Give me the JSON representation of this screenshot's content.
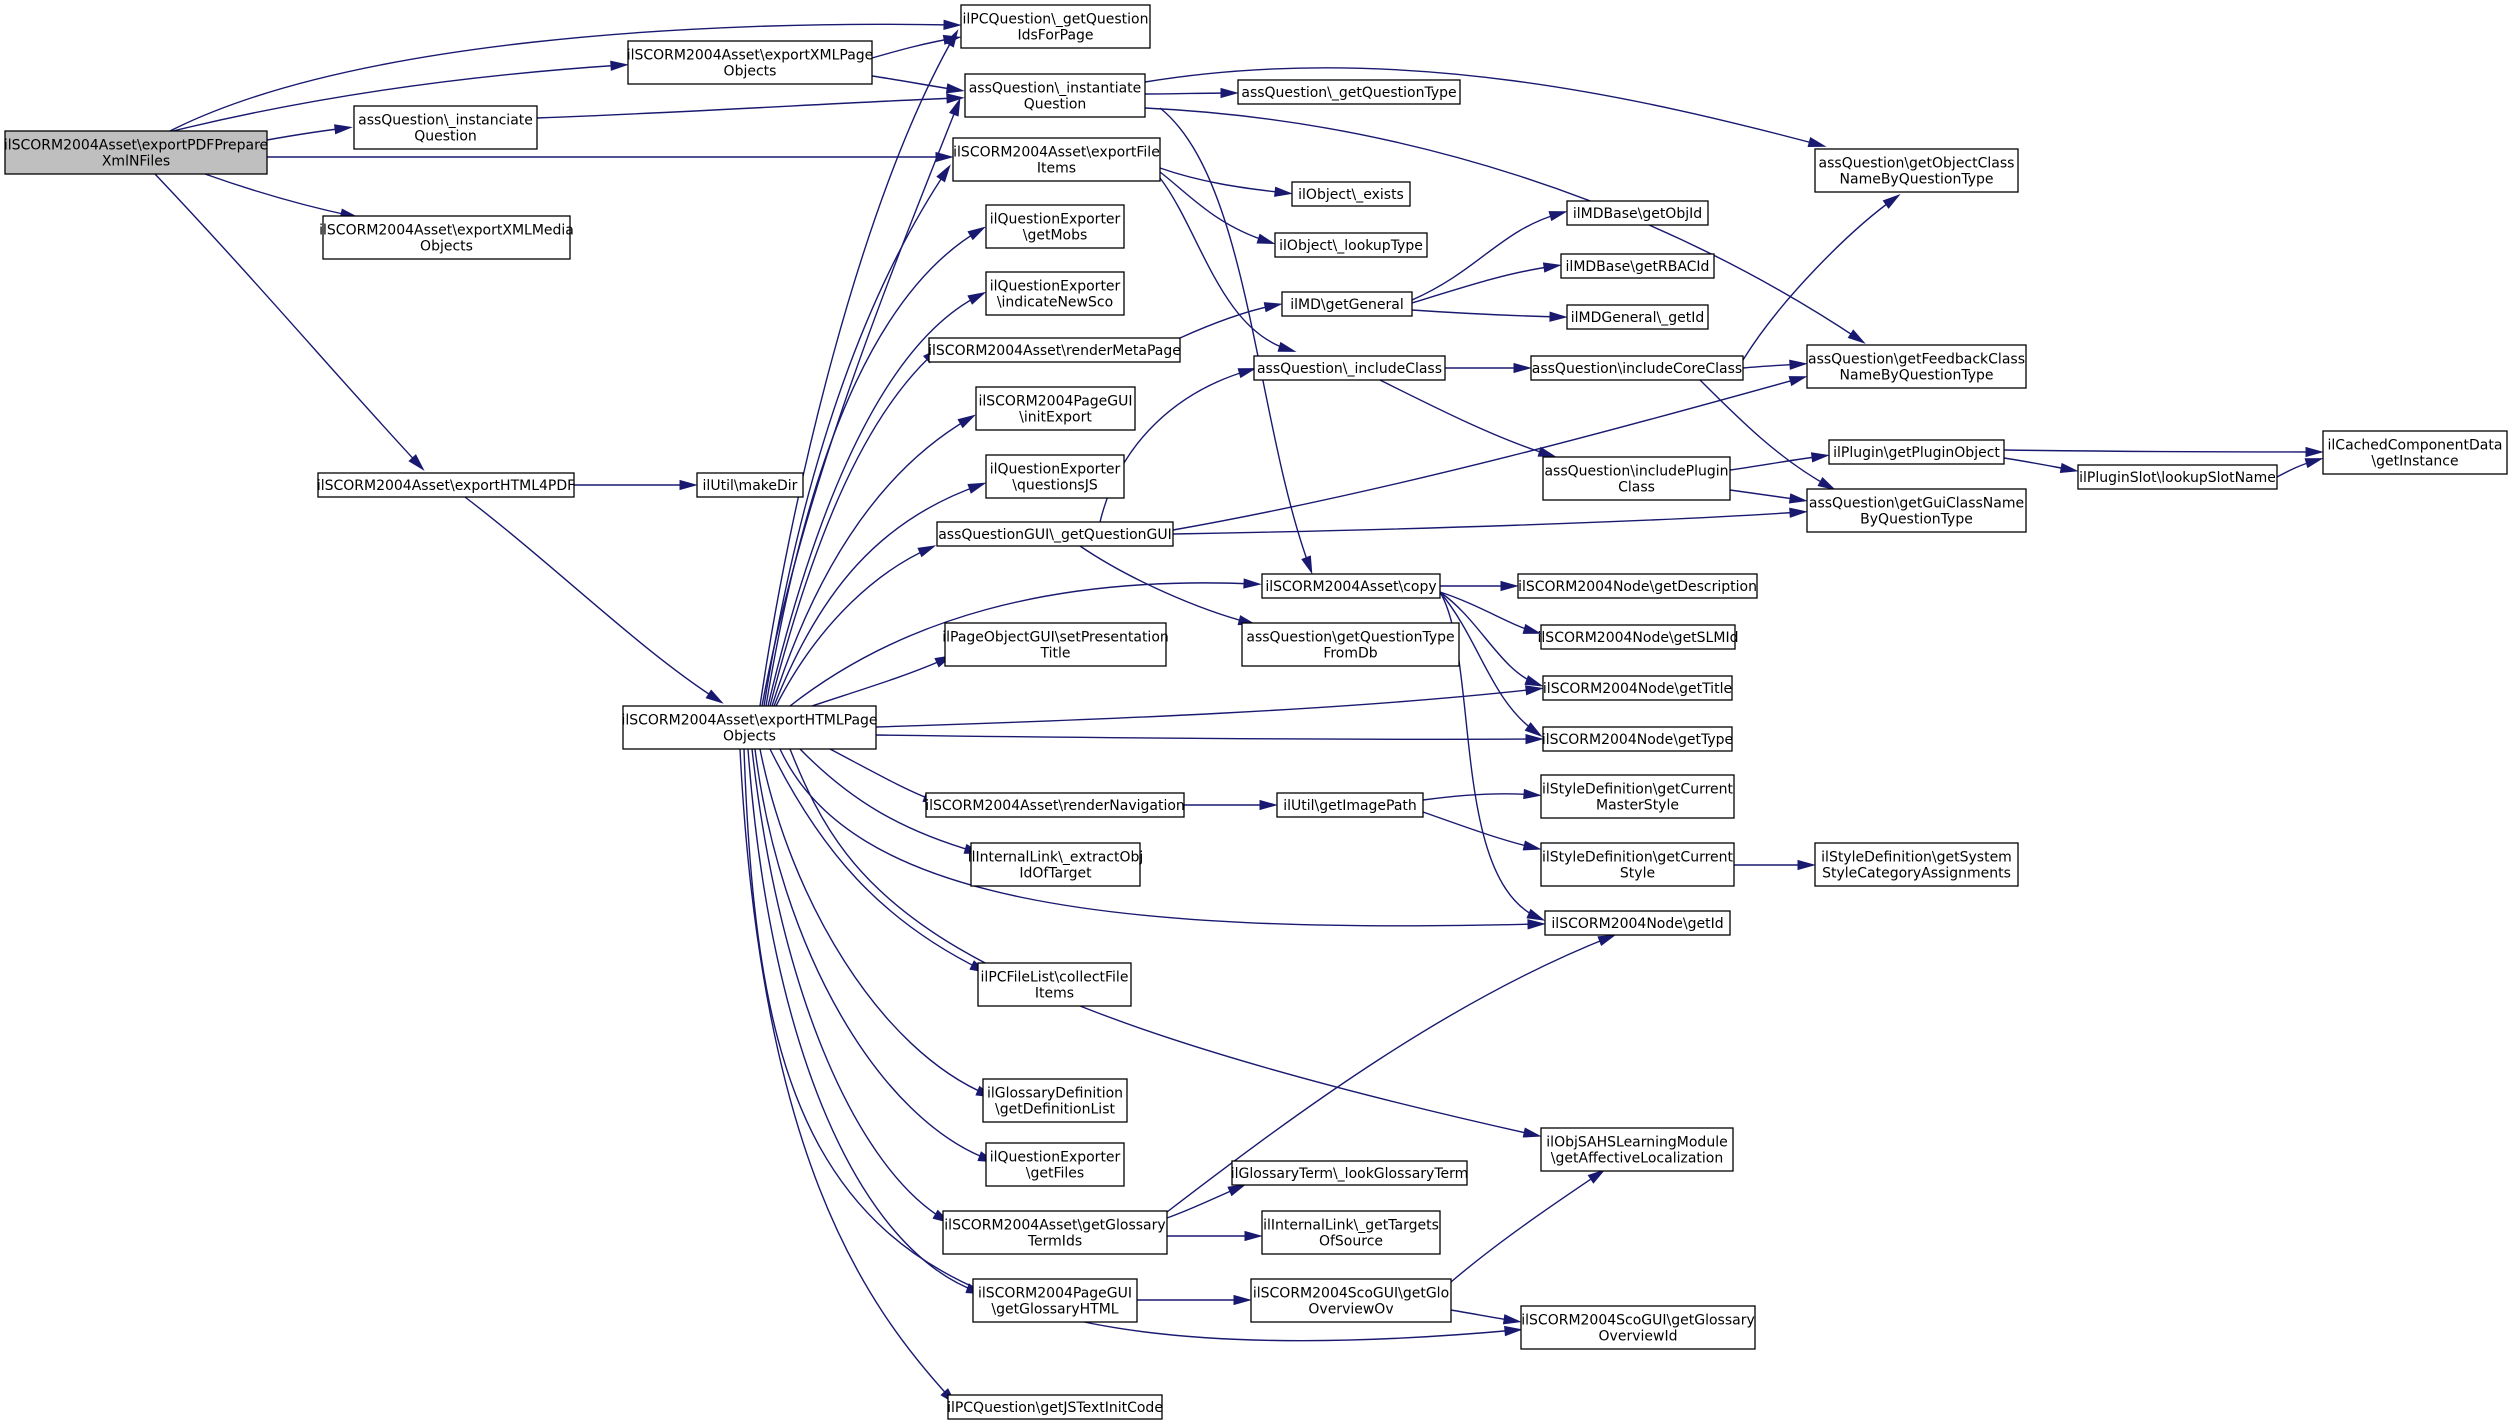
{
  "graph": {
    "nodes": [
      {
        "id": "n0",
        "lines": [
          "ilSCORM2004Asset\\exportPDFPrepare",
          "XmlNFiles"
        ]
      },
      {
        "id": "n1",
        "lines": [
          "ilPCQuestion\\_getQuestion",
          "IdsForPage"
        ]
      },
      {
        "id": "n2",
        "lines": [
          "ilSCORM2004Asset\\exportXMLPage",
          "Objects"
        ]
      },
      {
        "id": "n3",
        "lines": [
          "assQuestion\\_instanciate",
          "Question"
        ]
      },
      {
        "id": "n4",
        "lines": [
          "assQuestion\\_instantiate",
          "Question"
        ]
      },
      {
        "id": "n5",
        "lines": [
          "ilSCORM2004Asset\\exportFile",
          "Items"
        ]
      },
      {
        "id": "n6",
        "lines": [
          "ilSCORM2004Asset\\exportXMLMedia",
          "Objects"
        ]
      },
      {
        "id": "n7",
        "lines": [
          "ilSCORM2004Asset\\exportHTML4PDF"
        ]
      },
      {
        "id": "n8",
        "lines": [
          "ilUtil\\makeDir"
        ]
      },
      {
        "id": "n9",
        "lines": [
          "ilSCORM2004Asset\\exportHTMLPage",
          "Objects"
        ]
      },
      {
        "id": "n10",
        "lines": [
          "assQuestion\\_getQuestionType"
        ]
      },
      {
        "id": "n11",
        "lines": [
          "assQuestion\\getObjectClass",
          "NameByQuestionType"
        ]
      },
      {
        "id": "n12",
        "lines": [
          "assQuestion\\getFeedbackClass",
          "NameByQuestionType"
        ]
      },
      {
        "id": "n13",
        "lines": [
          "ilObject\\_exists"
        ]
      },
      {
        "id": "n14",
        "lines": [
          "ilObject\\_lookupType"
        ]
      },
      {
        "id": "n15",
        "lines": [
          "assQuestion\\_includeClass"
        ]
      },
      {
        "id": "n16",
        "lines": [
          "ilSCORM2004Asset\\copy"
        ]
      },
      {
        "id": "n17",
        "lines": [
          "ilQuestionExporter",
          "\\getMobs"
        ]
      },
      {
        "id": "n18",
        "lines": [
          "ilQuestionExporter",
          "\\indicateNewSco"
        ]
      },
      {
        "id": "n19",
        "lines": [
          "ilSCORM2004Asset\\renderMetaPage"
        ]
      },
      {
        "id": "n20",
        "lines": [
          "ilSCORM2004PageGUI",
          "\\initExport"
        ]
      },
      {
        "id": "n21",
        "lines": [
          "ilQuestionExporter",
          "\\questionsJS"
        ]
      },
      {
        "id": "n22",
        "lines": [
          "assQuestionGUI\\_getQuestionGUI"
        ]
      },
      {
        "id": "n23",
        "lines": [
          "ilPageObjectGUI\\setPresentation",
          "Title"
        ]
      },
      {
        "id": "n24",
        "lines": [
          "ilSCORM2004Asset\\renderNavigation"
        ]
      },
      {
        "id": "n25",
        "lines": [
          "ilInternalLink\\_extractObj",
          "IdOfTarget"
        ]
      },
      {
        "id": "n26",
        "lines": [
          "ilPCFileList\\collectFile",
          "Items"
        ]
      },
      {
        "id": "n27",
        "lines": [
          "ilGlossaryDefinition",
          "\\getDefinitionList"
        ]
      },
      {
        "id": "n28",
        "lines": [
          "ilQuestionExporter",
          "\\getFiles"
        ]
      },
      {
        "id": "n29",
        "lines": [
          "ilSCORM2004Asset\\getGlossary",
          "TermIds"
        ]
      },
      {
        "id": "n30",
        "lines": [
          "ilSCORM2004PageGUI",
          "\\getGlossaryHTML"
        ]
      },
      {
        "id": "n31",
        "lines": [
          "ilPCQuestion\\getJSTextInitCode"
        ]
      },
      {
        "id": "n32",
        "lines": [
          "ilMD\\getGeneral"
        ]
      },
      {
        "id": "n33",
        "lines": [
          "ilMDBase\\getObjId"
        ]
      },
      {
        "id": "n34",
        "lines": [
          "ilMDBase\\getRBACId"
        ]
      },
      {
        "id": "n35",
        "lines": [
          "ilMDGeneral\\_getId"
        ]
      },
      {
        "id": "n36",
        "lines": [
          "assQuestion\\includeCoreClass"
        ]
      },
      {
        "id": "n37",
        "lines": [
          "assQuestion\\includePlugin",
          "Class"
        ]
      },
      {
        "id": "n38",
        "lines": [
          "ilPlugin\\getPluginObject"
        ]
      },
      {
        "id": "n39",
        "lines": [
          "ilPluginSlot\\lookupSlotName"
        ]
      },
      {
        "id": "n40",
        "lines": [
          "ilCachedComponentData",
          "\\getInstance"
        ]
      },
      {
        "id": "n41",
        "lines": [
          "assQuestion\\getGuiClassName",
          "ByQuestionType"
        ]
      },
      {
        "id": "n42",
        "lines": [
          "assQuestion\\getQuestionType",
          "FromDb"
        ]
      },
      {
        "id": "n43",
        "lines": [
          "ilSCORM2004Node\\getDescription"
        ]
      },
      {
        "id": "n44",
        "lines": [
          "ilSCORM2004Node\\getSLMId"
        ]
      },
      {
        "id": "n45",
        "lines": [
          "ilSCORM2004Node\\getTitle"
        ]
      },
      {
        "id": "n46",
        "lines": [
          "ilSCORM2004Node\\getType"
        ]
      },
      {
        "id": "n47",
        "lines": [
          "ilUtil\\getImagePath"
        ]
      },
      {
        "id": "n48",
        "lines": [
          "ilStyleDefinition\\getCurrent",
          "MasterStyle"
        ]
      },
      {
        "id": "n49",
        "lines": [
          "ilStyleDefinition\\getCurrent",
          "Style"
        ]
      },
      {
        "id": "n50",
        "lines": [
          "ilStyleDefinition\\getSystem",
          "StyleCategoryAssignments"
        ]
      },
      {
        "id": "n51",
        "lines": [
          "ilSCORM2004Node\\getId"
        ]
      },
      {
        "id": "n52",
        "lines": [
          "ilObjSAHSLearningModule",
          "\\getAffectiveLocalization"
        ]
      },
      {
        "id": "n53",
        "lines": [
          "ilGlossaryTerm\\_lookGlossaryTerm"
        ]
      },
      {
        "id": "n54",
        "lines": [
          "ilInternalLink\\_getTargets",
          "OfSource"
        ]
      },
      {
        "id": "n55",
        "lines": [
          "ilSCORM2004ScoGUI\\getGlo",
          "OverviewOv"
        ]
      },
      {
        "id": "n56",
        "lines": [
          "ilSCORM2004ScoGUI\\getGlossary",
          "OverviewId"
        ]
      }
    ],
    "edges": [
      [
        "n0",
        "n1"
      ],
      [
        "n0",
        "n2"
      ],
      [
        "n0",
        "n3"
      ],
      [
        "n0",
        "n5"
      ],
      [
        "n0",
        "n6"
      ],
      [
        "n0",
        "n7"
      ],
      [
        "n2",
        "n1"
      ],
      [
        "n2",
        "n4"
      ],
      [
        "n3",
        "n4"
      ],
      [
        "n4",
        "n10"
      ],
      [
        "n4",
        "n11"
      ],
      [
        "n4",
        "n12"
      ],
      [
        "n4",
        "n16"
      ],
      [
        "n5",
        "n13"
      ],
      [
        "n5",
        "n14"
      ],
      [
        "n5",
        "n15"
      ],
      [
        "n7",
        "n8"
      ],
      [
        "n7",
        "n9"
      ],
      [
        "n9",
        "n1"
      ],
      [
        "n9",
        "n4"
      ],
      [
        "n9",
        "n5"
      ],
      [
        "n9",
        "n17"
      ],
      [
        "n9",
        "n18"
      ],
      [
        "n9",
        "n19"
      ],
      [
        "n9",
        "n20"
      ],
      [
        "n9",
        "n21"
      ],
      [
        "n9",
        "n22"
      ],
      [
        "n9",
        "n16"
      ],
      [
        "n9",
        "n23"
      ],
      [
        "n9",
        "n45"
      ],
      [
        "n9",
        "n46"
      ],
      [
        "n9",
        "n24"
      ],
      [
        "n9",
        "n25"
      ],
      [
        "n9",
        "n51"
      ],
      [
        "n9",
        "n26"
      ],
      [
        "n9",
        "n52"
      ],
      [
        "n9",
        "n27"
      ],
      [
        "n9",
        "n28"
      ],
      [
        "n9",
        "n29"
      ],
      [
        "n9",
        "n30"
      ],
      [
        "n9",
        "n56"
      ],
      [
        "n9",
        "n31"
      ],
      [
        "n19",
        "n32"
      ],
      [
        "n32",
        "n33"
      ],
      [
        "n32",
        "n34"
      ],
      [
        "n32",
        "n35"
      ],
      [
        "n15",
        "n36"
      ],
      [
        "n15",
        "n37"
      ],
      [
        "n36",
        "n11"
      ],
      [
        "n36",
        "n12"
      ],
      [
        "n36",
        "n41"
      ],
      [
        "n37",
        "n38"
      ],
      [
        "n37",
        "n41"
      ],
      [
        "n38",
        "n40"
      ],
      [
        "n38",
        "n39"
      ],
      [
        "n39",
        "n40"
      ],
      [
        "n22",
        "n15"
      ],
      [
        "n22",
        "n12"
      ],
      [
        "n22",
        "n41"
      ],
      [
        "n22",
        "n42"
      ],
      [
        "n16",
        "n43"
      ],
      [
        "n16",
        "n44"
      ],
      [
        "n16",
        "n45"
      ],
      [
        "n16",
        "n46"
      ],
      [
        "n16",
        "n51"
      ],
      [
        "n24",
        "n47"
      ],
      [
        "n47",
        "n48"
      ],
      [
        "n47",
        "n49"
      ],
      [
        "n49",
        "n50"
      ],
      [
        "n29",
        "n53"
      ],
      [
        "n29",
        "n54"
      ],
      [
        "n29",
        "n51"
      ],
      [
        "n30",
        "n55"
      ],
      [
        "n55",
        "n52"
      ],
      [
        "n55",
        "n56"
      ]
    ]
  }
}
